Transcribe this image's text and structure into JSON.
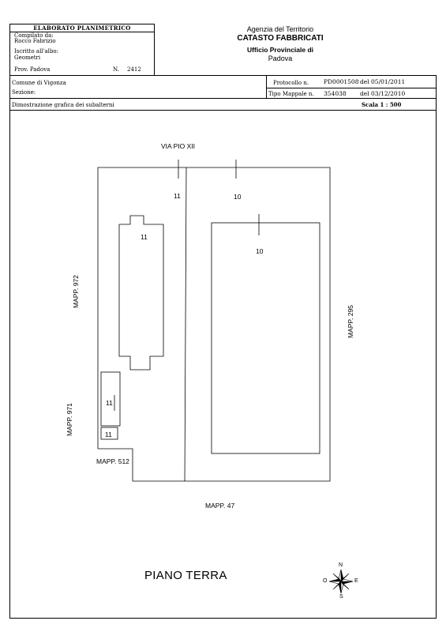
{
  "header": {
    "title": "ELABORATO PLANIMETRICO",
    "compilato_label": "Compilato da:",
    "compilato_value": "Rocco Fabrizio",
    "iscritto_label": "Iscritto all'albo:",
    "iscritto_value": "Geometri",
    "prov_label": "Prov. Padova",
    "numero_label": "N.",
    "numero_value": "2412"
  },
  "agency": {
    "line1": "Agenzia del Territorio",
    "line2": "CATASTO FABBRICATI",
    "line3": "Ufficio Provinciale di",
    "line4": "Padova"
  },
  "info": {
    "comune": "Comune di Vigonza",
    "sezione": "Sezione:",
    "protocollo_label": "Protocollo n.",
    "protocollo_value": "PD0001508",
    "protocollo_del": "del 05/01/2011",
    "tipo_label": "Tipo Mappale n.",
    "tipo_value": "354038",
    "tipo_del": "del 03/12/2010",
    "dimostrazione": "Dimostrazione grafica dei subalterni",
    "scala": "Scala 1 : 500"
  },
  "drawing": {
    "street": "VIA PIO XII",
    "labels": {
      "sub11_top": "11",
      "sub10_top": "10",
      "sub11_bldg": "11",
      "sub10_inner": "10",
      "sub11_small1": "11",
      "sub11_small2": "11"
    },
    "mapp_972": "MAPP. 972",
    "mapp_971": "MAPP. 971",
    "mapp_295": "MAPP. 295",
    "mapp_512": "MAPP. 512",
    "mapp_47": "MAPP. 47",
    "floor": "PIANO TERRA"
  },
  "compass": {
    "n": "N",
    "e": "E",
    "s": "S",
    "o": "O"
  }
}
